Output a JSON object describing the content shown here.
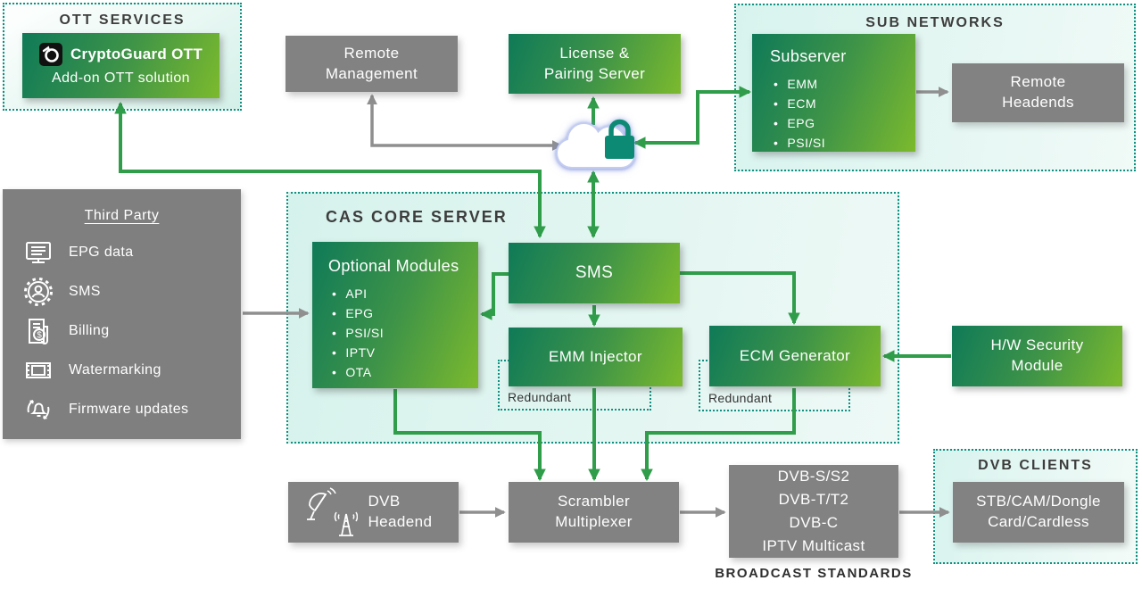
{
  "colors": {
    "green_dark": "#0f7a58",
    "green_light": "#7cba2d",
    "teal_border": "#0f9080",
    "arrow_green": "#2f9d49",
    "arrow_gray": "#8f8f8f",
    "box_gray": "#828282",
    "lock_teal": "#0c8a74"
  },
  "ott": {
    "title": "OTT SERVICES",
    "brand": "CryptoGuard OTT",
    "subtitle": "Add-on OTT solution"
  },
  "top": {
    "remote_management": "Remote Management",
    "license_pairing": "License & Pairing Server"
  },
  "sub_networks": {
    "title": "SUB NETWORKS",
    "subserver_title": "Subserver",
    "subserver_items": [
      "EMM",
      "ECM",
      "EPG",
      "PSI/SI"
    ],
    "remote_headends": "Remote Headends"
  },
  "third_party": {
    "title": "Third Party",
    "items": [
      {
        "icon": "epg-data-icon",
        "label": "EPG data"
      },
      {
        "icon": "sms-gear-icon",
        "label": "SMS"
      },
      {
        "icon": "billing-icon",
        "label": "Billing"
      },
      {
        "icon": "watermarking-icon",
        "label": "Watermarking"
      },
      {
        "icon": "firmware-updates-icon",
        "label": "Firmware updates"
      }
    ]
  },
  "cas_core": {
    "title": "CAS CORE SERVER",
    "optional_title": "Optional Modules",
    "optional_items": [
      "API",
      "EPG",
      "PSI/SI",
      "IPTV",
      "OTA"
    ],
    "sms": "SMS",
    "emm_injector": "EMM Injector",
    "ecm_generator": "ECM Generator",
    "redundant_label": "Redundant"
  },
  "hw_security": "H/W Security Module",
  "bottom": {
    "dvb_headend": "DVB Headend",
    "scrambler": "Scrambler Multiplexer",
    "broadcast_lines": [
      "DVB-S/S2",
      "DVB-T/T2",
      "DVB-C",
      "IPTV Multicast"
    ],
    "broadcast_caption": "BROADCAST STANDARDS"
  },
  "dvb_clients": {
    "title": "DVB CLIENTS",
    "label": "STB/CAM/Dongle Card/Cardless"
  }
}
